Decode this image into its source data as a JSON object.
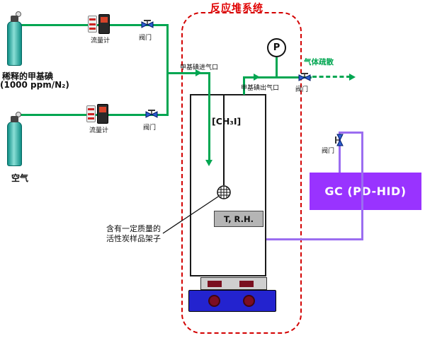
{
  "title": "反应堆系统",
  "source1": {
    "name": "稀释的甲基碘",
    "spec": "(1000 ppm/N₂)"
  },
  "source2": {
    "name": "空气"
  },
  "instruments": {
    "flowmeter1": "流量计",
    "flowmeter2": "流量计",
    "valve1": "阀门",
    "valve2": "阀门",
    "valve3": "阀门",
    "valve4": "阀门",
    "pressure_gauge": "P",
    "sensor": "T, R.H."
  },
  "ports": {
    "inlet": "甲基碘进气口",
    "outlet": "甲基碘出气口",
    "vent": "气体疏散"
  },
  "chamber": {
    "species": "[CH₃I]",
    "sample_note_line1": "含有一定质量的",
    "sample_note_line2": "活性炭样品架子"
  },
  "analyzer": {
    "label": "GC (PD-HID)"
  },
  "colors": {
    "pipe_green": "#00A651",
    "boundary_red": "#D30000",
    "line_purple": "#9B6DF0",
    "box_purple": "#9933FF",
    "heater_blue": "#2323CF",
    "knob_maroon": "#7C0E22",
    "valve_blue": "#2E5FD0",
    "cylinder_teal": "#0E8F86"
  },
  "icons": {
    "gas_cylinder": "gas-cylinder-icon",
    "flow_meter": "flow-meter-icon",
    "valve": "valve-icon",
    "pressure_gauge": "pressure-gauge-icon",
    "sample_mesh": "sample-mesh-icon",
    "heater": "heater-stirrer-icon"
  }
}
